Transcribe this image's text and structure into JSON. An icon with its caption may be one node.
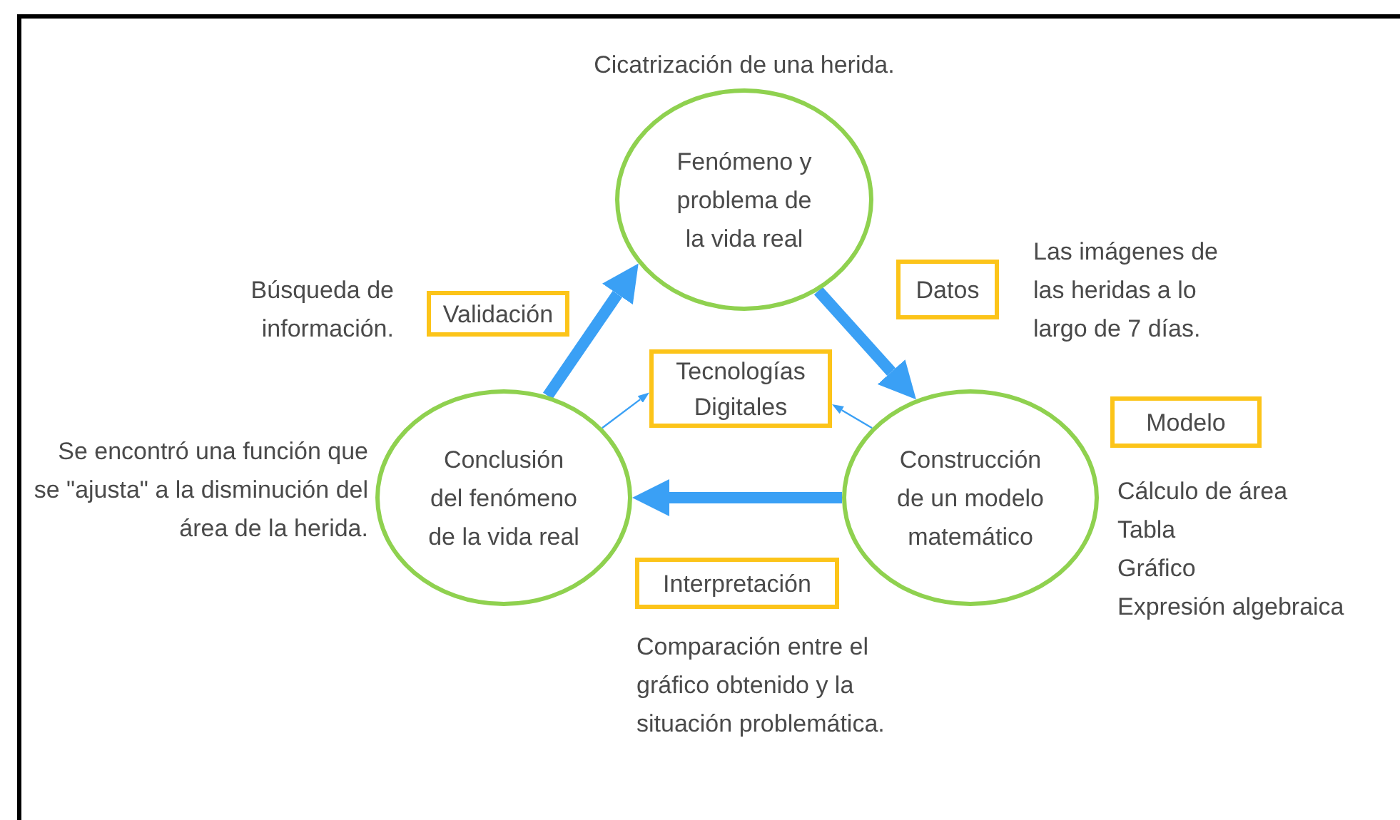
{
  "diagram": {
    "nodes": [
      {
        "text": [
          "Fenómeno y problema de la vida real"
        ],
        "beside": [
          "Cicatrización de una herida."
        ]
      },
      {
        "text": [
          "Construcción de un modelo matemático"
        ]
      },
      {
        "text": [
          "Conclusión del fenómeno de la vida real"
        ]
      },
      {
        "text": [
          "Tecnologías Digitales"
        ]
      },
      {
        "text": [
          "Datos"
        ]
      },
      {
        "text": [
          "Modelo"
        ]
      },
      {
        "text": [
          "Interpretación"
        ]
      },
      {
        "text": [
          "Validación"
        ]
      }
    ],
    "edges": [
      {
        "from": 0,
        "to": 1,
        "arrow": "to"
      },
      {
        "from": 1,
        "to": 2,
        "arrow": "to"
      },
      {
        "from": 2,
        "to": 0,
        "arrow": "to"
      },
      {
        "from": 2,
        "to": 3,
        "arrow": "to"
      },
      {
        "from": 1,
        "to": 3,
        "arrow": "to"
      }
    ],
    "labels": [
      "Búsqueda de información.",
      "Las imágenes de las heridas a lo largo de 7 días.",
      "Se encontró una función que se \"ajusta\" a la disminución del área de la herida.",
      "Cálculo de área",
      "Tabla",
      "Gráfico",
      "Expresión algebraica",
      "Comparación entre el gráfico obtenido y la situación problemática."
    ]
  }
}
